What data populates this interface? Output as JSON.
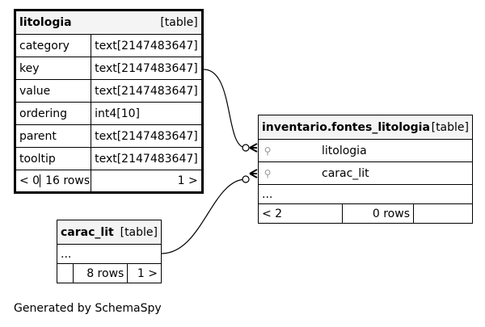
{
  "litologia": {
    "name": "litologia",
    "type": "[table]",
    "columns": [
      {
        "name": "category",
        "type": "text[2147483647]"
      },
      {
        "name": "key",
        "type": "text[2147483647]"
      },
      {
        "name": "value",
        "type": "text[2147483647]"
      },
      {
        "name": "ordering",
        "type": "int4[10]"
      },
      {
        "name": "parent",
        "type": "text[2147483647]"
      },
      {
        "name": "tooltip",
        "type": "text[2147483647]"
      }
    ],
    "footer": {
      "parents": "< 0",
      "rows": "16 rows",
      "children": "1 >"
    }
  },
  "fontes_litologia": {
    "name": "inventario.fontes_litologia",
    "type": "[table]",
    "columns": [
      {
        "name": "litologia",
        "icon": "key-icon"
      },
      {
        "name": "carac_lit",
        "icon": "key-icon"
      }
    ],
    "ellipsis": "...",
    "footer": {
      "parents": "< 2",
      "rows": "0 rows",
      "children": ""
    }
  },
  "carac_lit": {
    "name": "carac_lit",
    "type": "[table]",
    "ellipsis": "...",
    "footer": {
      "parents": "",
      "rows": "8 rows",
      "children": "1 >"
    }
  },
  "generated_by": "Generated by SchemaSpy"
}
